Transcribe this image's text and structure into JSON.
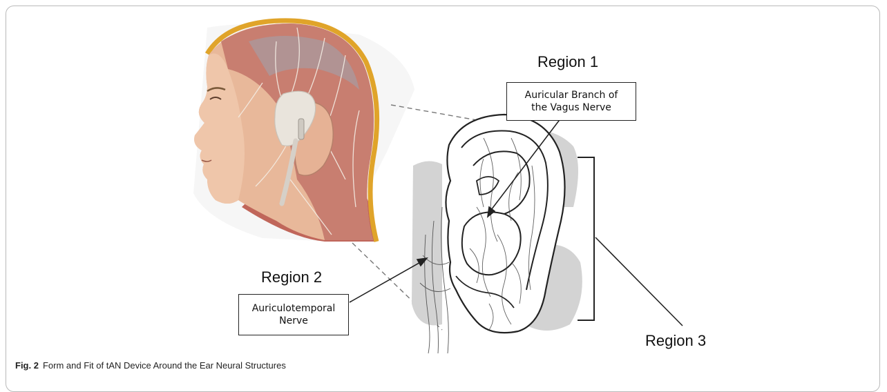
{
  "figure": {
    "regions": {
      "region1": "Region 1",
      "region2": "Region 2",
      "region3": "Region 3"
    },
    "boxes": {
      "abvn_line1": "Auricular Branch of",
      "abvn_line2": "the Vagus Nerve",
      "atn_line1": "Auriculotemporal",
      "atn_line2": "Nerve"
    },
    "colors": {
      "device_region": "#d3d3d3",
      "skin": "#e8b89a",
      "muscle": "#b5524a",
      "skull_edge": "#e0a42a"
    }
  },
  "caption": {
    "label": "Fig. 2",
    "text": "Form and Fit of tAN Device Around the Ear Neural Structures"
  }
}
